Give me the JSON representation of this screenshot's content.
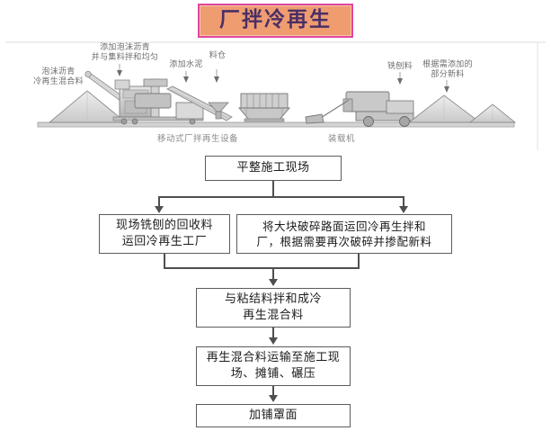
{
  "title": {
    "text": "厂拌冷再生",
    "box_fill": "#ef9c71",
    "box_border": "#e0479e"
  },
  "illustration": {
    "labels": [
      {
        "id": "foam-asphalt-cold-mix",
        "text_line1": "泡沫沥青",
        "text_line2": "冷再生混合料"
      },
      {
        "id": "add-foam-asphalt",
        "text_line1": "添加泡沫沥青",
        "text_line2": "并与集料拌和均匀"
      },
      {
        "id": "add-cement",
        "text_line1": "添加水泥",
        "text_line2": ""
      },
      {
        "id": "silo",
        "text_line1": "料仓",
        "text_line2": ""
      },
      {
        "id": "milled-material",
        "text_line1": "铣刨料",
        "text_line2": ""
      },
      {
        "id": "added-new-material",
        "text_line1": "根据需添加的",
        "text_line2": "部分新料"
      }
    ],
    "captions": [
      {
        "id": "mobile-plant-caption",
        "text": "移动式厂拌再生设备"
      },
      {
        "id": "loader-caption",
        "text": "装载机"
      }
    ]
  },
  "flow": {
    "nodes": [
      {
        "id": "level-site",
        "text": "平整施工现场"
      },
      {
        "id": "milled-to-plant",
        "line1": "现场铣刨的回收料",
        "line2": "运回冷再生工厂"
      },
      {
        "id": "crush-slabs",
        "line1": "将大块破碎路面运回冷再生拌和",
        "line2": "厂，根据需要再次破碎并掺配新料"
      },
      {
        "id": "mix-binder",
        "line1": "与粘结料拌和成冷",
        "line2": "再生混合料"
      },
      {
        "id": "transport-pave",
        "line1": "再生混合料运输至施工现",
        "line2": "场、摊铺、碾压"
      },
      {
        "id": "overlay",
        "text": "加铺罩面"
      }
    ]
  }
}
